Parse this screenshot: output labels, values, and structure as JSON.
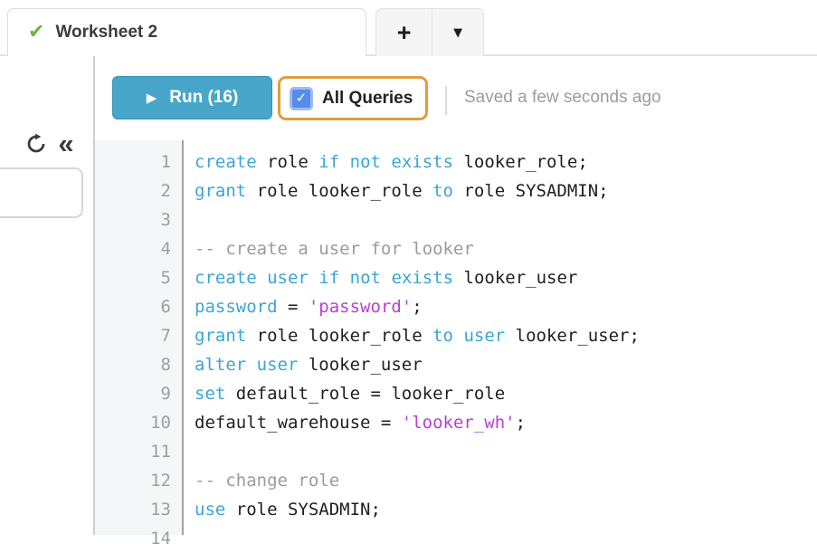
{
  "tab_bar": {
    "tab": {
      "title": "Worksheet 2",
      "check_glyph": "✔"
    },
    "new_tab_label": "+",
    "menu_glyph": "▼"
  },
  "sidebar": {
    "collapse_glyph": "«"
  },
  "toolbar": {
    "run_button": {
      "label": "Run (16)",
      "play_glyph": "▶"
    },
    "all_queries": {
      "label": "All Queries",
      "checked": true,
      "check_glyph": "✓"
    },
    "saved_status": "Saved a few seconds ago"
  },
  "editor": {
    "lines": [
      {
        "num": "1",
        "tokens": [
          {
            "c": "k",
            "t": "create"
          },
          {
            "c": "p",
            "t": " role "
          },
          {
            "c": "k",
            "t": "if"
          },
          {
            "c": "p",
            "t": " "
          },
          {
            "c": "k",
            "t": "not"
          },
          {
            "c": "p",
            "t": " "
          },
          {
            "c": "k",
            "t": "exists"
          },
          {
            "c": "p",
            "t": " looker_role;"
          }
        ]
      },
      {
        "num": "2",
        "tokens": [
          {
            "c": "k",
            "t": "grant"
          },
          {
            "c": "p",
            "t": " role looker_role "
          },
          {
            "c": "k",
            "t": "to"
          },
          {
            "c": "p",
            "t": " role SYSADMIN;"
          }
        ]
      },
      {
        "num": "3",
        "tokens": []
      },
      {
        "num": "4",
        "tokens": [
          {
            "c": "c",
            "t": "-- create a user for looker"
          }
        ]
      },
      {
        "num": "5",
        "tokens": [
          {
            "c": "k",
            "t": "create"
          },
          {
            "c": "p",
            "t": " "
          },
          {
            "c": "k",
            "t": "user"
          },
          {
            "c": "p",
            "t": " "
          },
          {
            "c": "k",
            "t": "if"
          },
          {
            "c": "p",
            "t": " "
          },
          {
            "c": "k",
            "t": "not"
          },
          {
            "c": "p",
            "t": " "
          },
          {
            "c": "k",
            "t": "exists"
          },
          {
            "c": "p",
            "t": " looker_user"
          }
        ]
      },
      {
        "num": "6",
        "tokens": [
          {
            "c": "k",
            "t": "password"
          },
          {
            "c": "p",
            "t": " = "
          },
          {
            "c": "s",
            "t": "'password'"
          },
          {
            "c": "p",
            "t": ";"
          }
        ]
      },
      {
        "num": "7",
        "tokens": [
          {
            "c": "k",
            "t": "grant"
          },
          {
            "c": "p",
            "t": " role looker_role "
          },
          {
            "c": "k",
            "t": "to"
          },
          {
            "c": "p",
            "t": " "
          },
          {
            "c": "k",
            "t": "user"
          },
          {
            "c": "p",
            "t": " looker_user;"
          }
        ]
      },
      {
        "num": "8",
        "tokens": [
          {
            "c": "k",
            "t": "alter"
          },
          {
            "c": "p",
            "t": " "
          },
          {
            "c": "k",
            "t": "user"
          },
          {
            "c": "p",
            "t": " looker_user"
          }
        ]
      },
      {
        "num": "9",
        "tokens": [
          {
            "c": "k",
            "t": "set"
          },
          {
            "c": "p",
            "t": " default_role = looker_role"
          }
        ]
      },
      {
        "num": "10",
        "tokens": [
          {
            "c": "p",
            "t": "default_warehouse = "
          },
          {
            "c": "s",
            "t": "'looker_wh'"
          },
          {
            "c": "p",
            "t": ";"
          }
        ]
      },
      {
        "num": "11",
        "tokens": []
      },
      {
        "num": "12",
        "tokens": [
          {
            "c": "c",
            "t": "-- change role"
          }
        ]
      },
      {
        "num": "13",
        "tokens": [
          {
            "c": "k",
            "t": "use"
          },
          {
            "c": "p",
            "t": " role SYSADMIN;"
          }
        ]
      },
      {
        "num": "14",
        "tokens": []
      }
    ]
  },
  "colors": {
    "accent_teal": "#47a6c9",
    "highlight_orange": "#dd9e3c",
    "checkbox_blue": "#578ceb",
    "check_green": "#6cb34c",
    "keyword": "#3aa5d3",
    "string": "#b83fd6",
    "comment": "#9b9b9b",
    "code_text": "#1f1f1f",
    "line_number": "#99a0a6"
  }
}
